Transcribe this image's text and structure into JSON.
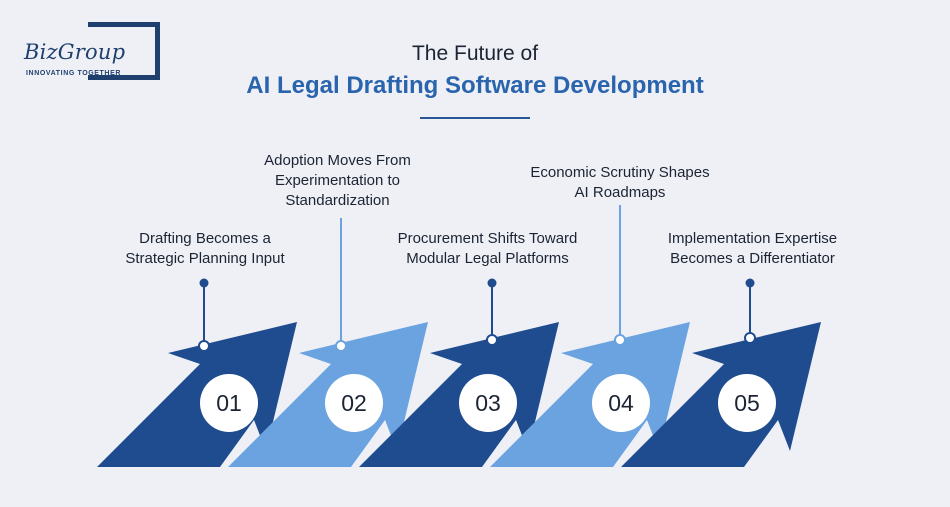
{
  "logo": {
    "wordmark": "BizGroup",
    "tagline": "INNOVATING TOGETHER"
  },
  "title": {
    "line1": "The Future of",
    "line2": "AI Legal Drafting Software Development"
  },
  "steps": [
    {
      "number": "01",
      "label_lines": [
        "Drafting Becomes a",
        "Strategic Planning Input"
      ]
    },
    {
      "number": "02",
      "label_lines": [
        "Adoption Moves From",
        "Experimentation to",
        "Standardization"
      ]
    },
    {
      "number": "03",
      "label_lines": [
        "Procurement Shifts Toward",
        "Modular Legal Platforms"
      ]
    },
    {
      "number": "04",
      "label_lines": [
        "Economic Scrutiny Shapes",
        "AI Roadmaps"
      ]
    },
    {
      "number": "05",
      "label_lines": [
        "Implementation Expertise",
        "Becomes a Differentiator"
      ]
    }
  ],
  "colors": {
    "dark_blue": "#1f4c8f",
    "light_blue": "#6aa3e0",
    "accent_title": "#2a64ad"
  }
}
